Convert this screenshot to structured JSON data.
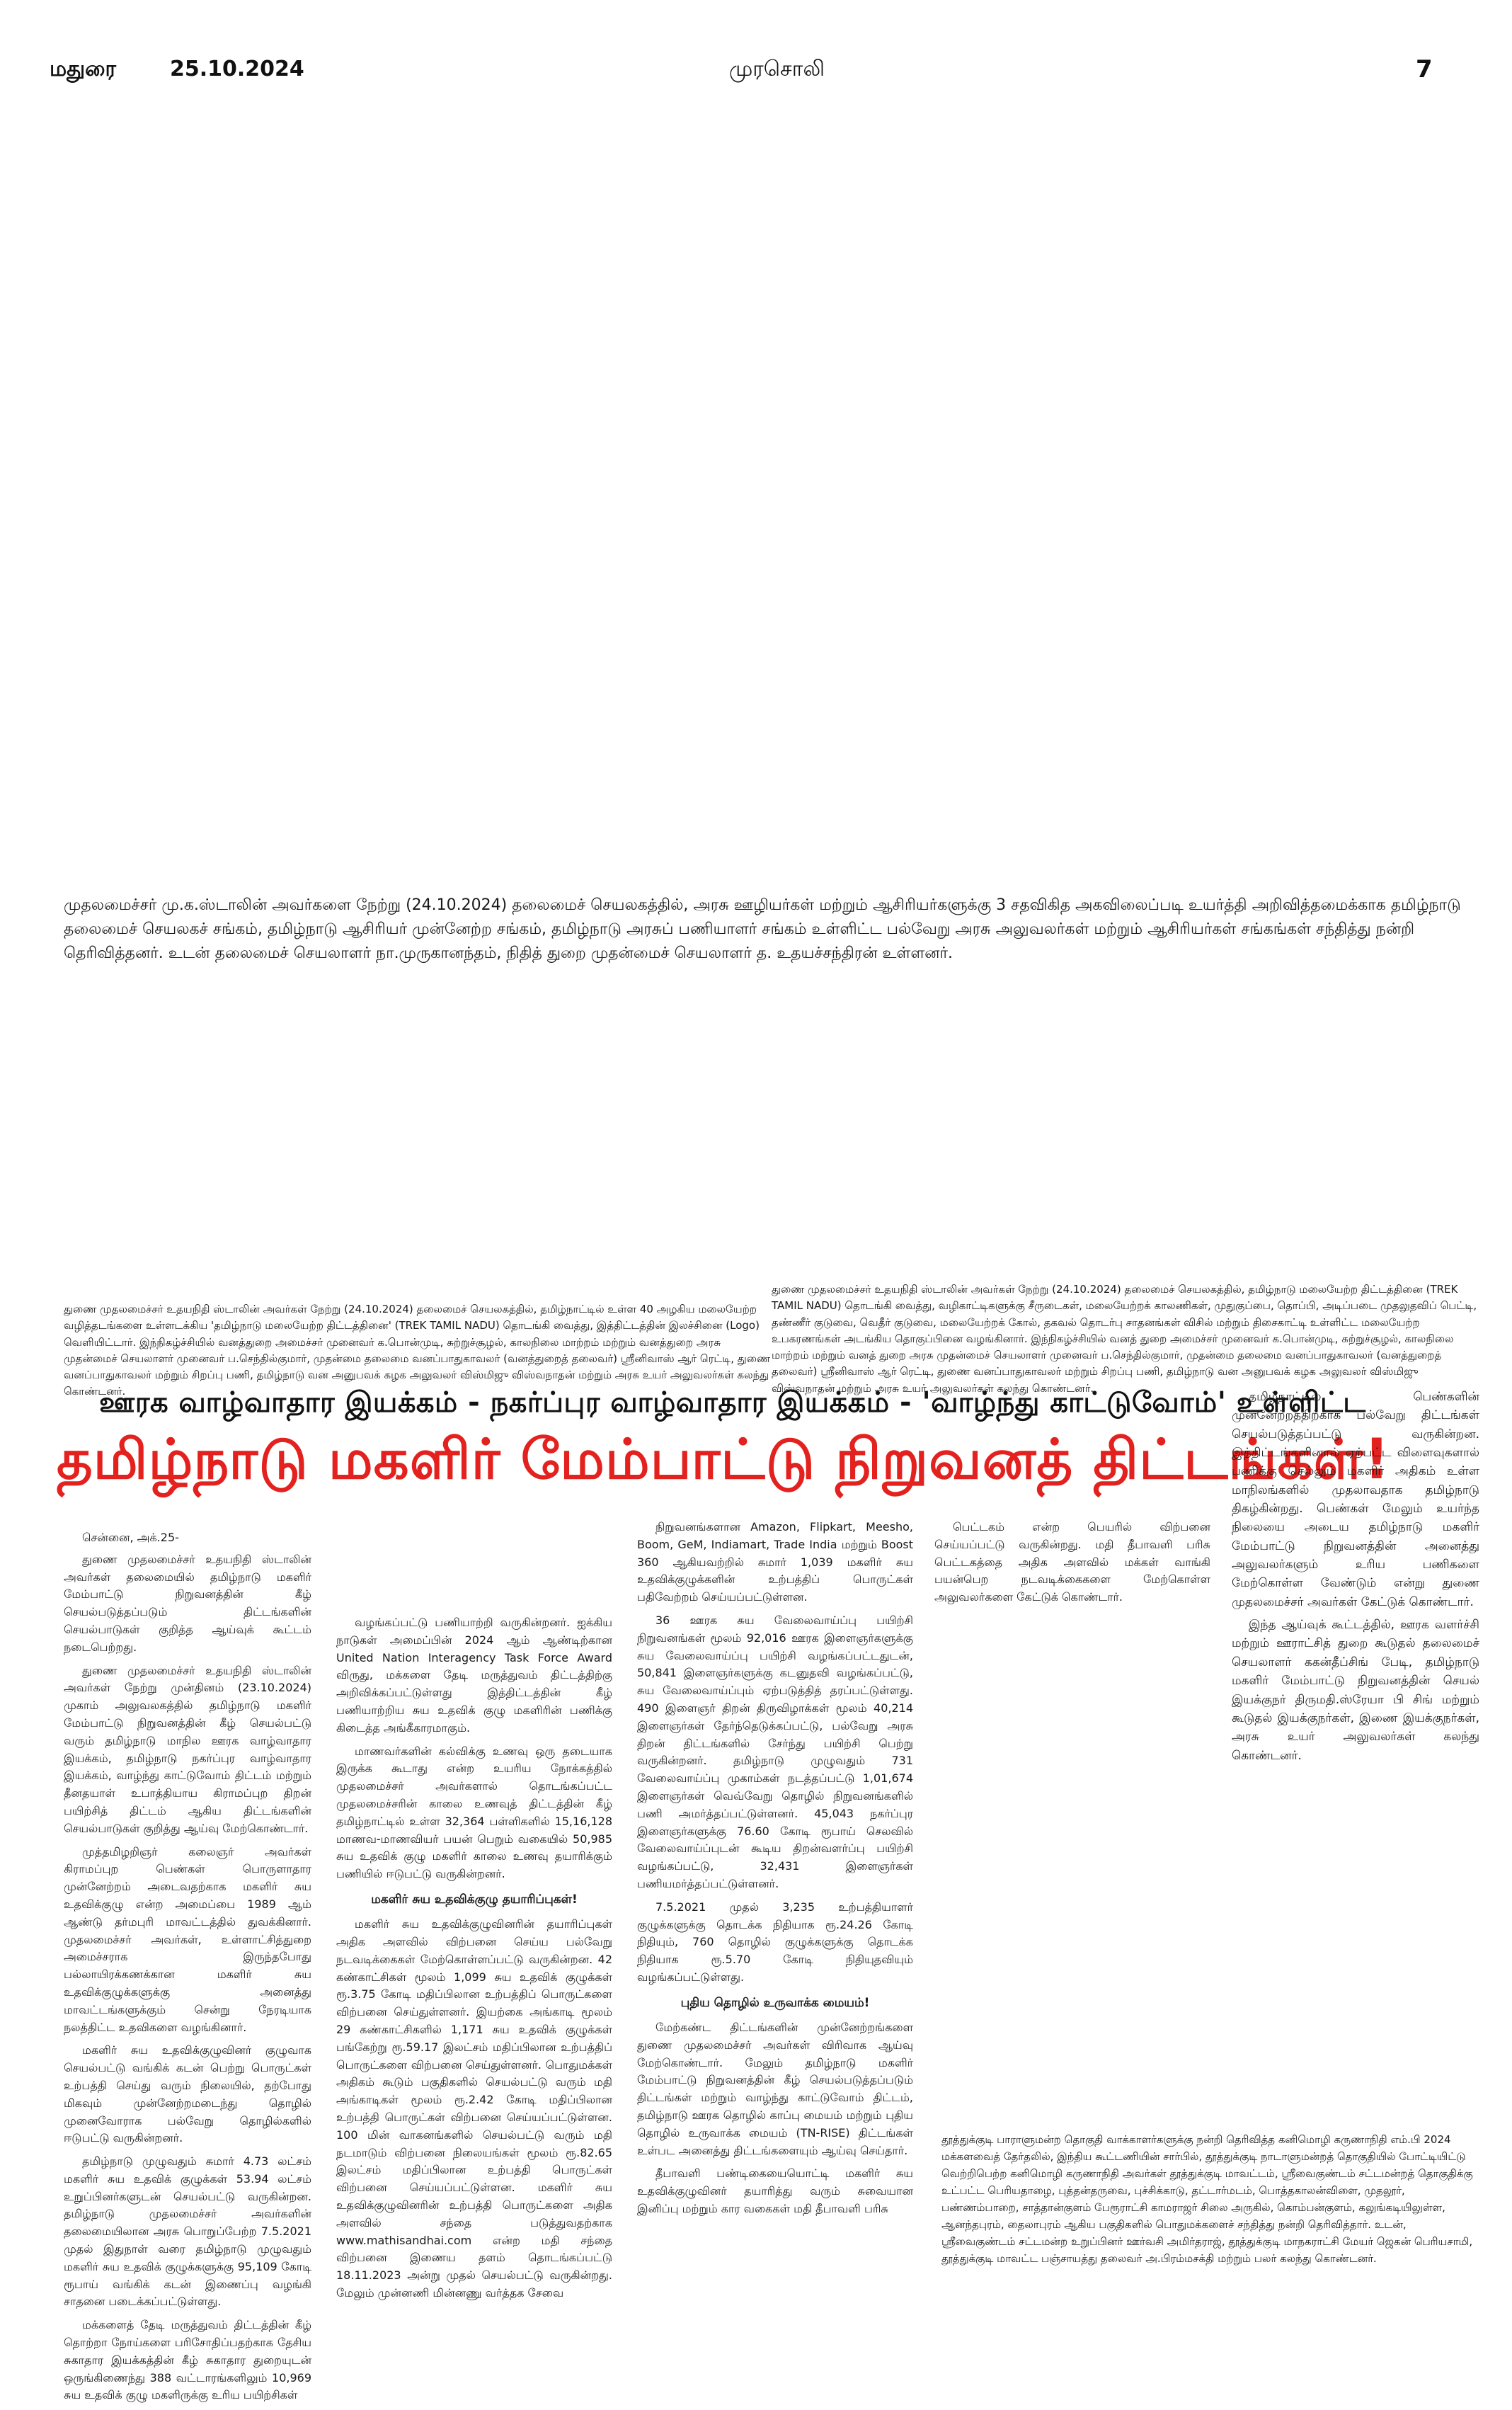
{
  "header": {
    "city": "மதுரை",
    "date": "25.10.2024",
    "paper": "முரசொலி",
    "page_number": "7"
  },
  "top_caption": "முதலமைச்சர் மு.க.ஸ்டாலின் அவர்களை நேற்று (24.10.2024) தலைமைச் செயலகத்தில், அரசு ஊழியர்கள் மற்றும் ஆசிரியர்களுக்கு 3 சதவிகித அகவிலைப்படி உயர்த்தி அறிவித்தமைக்காக தமிழ்நாடு தலைமைச் செயலகச் சங்கம், தமிழ்நாடு ஆசிரியர் முன்னேற்ற சங்கம், தமிழ்நாடு அரசுப் பணியாளர் சங்கம் உள்ளிட்ட பல்வேறு அரசு அலுவலர்கள் மற்றும் ஆசிரியர்கள் சங்கங்கள் சந்தித்து நன்றி தெரிவித்தனர். உடன் தலைமைச் செயலாளர் நா.முருகானந்தம், நிதித் துறை முதன்மைச் செயலாளர் த. உதயச்சந்திரன் உள்ளனர்.",
  "caption_left": "துணை முதலமைச்சர் உதயநிதி ஸ்டாலின் அவர்கள் நேற்று (24.10.2024) தலைமைச் செயலகத்தில், தமிழ்நாட்டில் உள்ள 40 அழகிய மலையேற்ற வழித்தடங்களை உள்ளடக்கிய 'தமிழ்நாடு மலையேற்ற திட்டத்தினை' (TREK TAMIL NADU) தொடங்கி வைத்து, இத்திட்டத்தின் இலச்சினை (Logo) வெளியிட்டார். இந்நிகழ்ச்சியில் வனத்துறை அமைச்சர் முனைவர் க.பொன்முடி, சுற்றுச்சூழல், காலநிலை மாற்றம் மற்றும் வனத்துறை அரசு முதன்மைச் செயலாளர் முனைவர் ப.செந்தில்குமார், முதன்மை தலைமை வனப்பாதுகாவலர் (வனத்துறைத் தலைவர்) ஸ்ரீனிவாஸ் ஆர் ரெட்டி, துணை வனப்பாதுகாவலர் மற்றும் சிறப்பு பணி, தமிழ்நாடு வன அனுபவக் கழக அலுவலர் விஸ்மிஜு விஸ்வநாதன் மற்றும் அரசு உயர் அலுவலர்கள் கலந்து கொண்டனர்.",
  "caption_right": "துணை முதலமைச்சர் உதயநிதி ஸ்டாலின் அவர்கள் நேற்று (24.10.2024) தலைமைச் செயலகத்தில், தமிழ்நாடு மலையேற்ற திட்டத்தினை (TREK TAMIL NADU) தொடங்கி வைத்து, வழிகாட்டிகளுக்கு சீருடைகள், மலையேற்றக் காலணிகள், முதுகுப்பை, தொப்பி, அடிப்படை முதலுதவிப் பெட்டி, தண்ணீர் குடுவை, வெதீர் குடுவை, மலையேற்றக் கோல், தகவல் தொடர்பு சாதனங்கள் விசில் மற்றும் திசைகாட்டி உள்ளிட்ட மலையேற்ற உபகரணங்கள் அடங்கிய தொகுப்பினை வழங்கினார். இந்நிகழ்ச்சியில் வனத் துறை அமைச்சர் முனைவர் க.பொன்முடி, சுற்றுச்சூழல், காலநிலை மாற்றம் மற்றும் வனத் துறை அரசு முதன்மைச் செயலாளர் முனைவர் ப.செந்தில்குமார், முதன்மை தலைமை வனப்பாதுகாவலர் (வனத்துறைத் தலைவர்) ஸ்ரீனிவாஸ் ஆர் ரெட்டி, துணை வனப்பாதுகாவலர் மற்றும் சிறப்பு பணி, தமிழ்நாடு வன அனுபவக் கழக அலுவலர் விஸ்மிஜு விஸ்வநாதன் மற்றும் அரசு உயர் அலுவலர்கள் கலந்து கொண்டனர்.",
  "article": {
    "kicker": "ஊரக வாழ்வாதார இயக்கம் - நகர்ப்புர வாழ்வாதார இயக்கம் - 'வாழ்ந்து காட்டுவோம்' உள்ளிட்ட",
    "headline": "தமிழ்நாடு மகளிர் மேம்பாட்டு நிறுவனத் திட்டங்கள்!",
    "col1": [
      "சென்னை, அக்.25-",
      "துணை முதலமைச்சர் உதயநிதி ஸ்டாலின் அவர்கள் தலைமையில் தமிழ்நாடு மகளிர் மேம்பாட்டு நிறுவனத்தின் கீழ் செயல்படுத்தப்படும் திட்டங்களின் செயல்பாடுகள் குறித்த ஆய்வுக் கூட்டம் நடைபெற்றது.",
      "துணை முதலமைச்சர் உதயநிதி ஸ்டாலின் அவர்கள் நேற்று முன்தினம் (23.10.2024) முகாம் அலுவலகத்தில் தமிழ்நாடு மகளிர் மேம்பாட்டு நிறுவனத்தின் கீழ் செயல்பட்டு வரும் தமிழ்நாடு மாநில ஊரக வாழ்வாதார இயக்கம், தமிழ்நாடு நகர்ப்புர வாழ்வாதார இயக்கம், வாழ்ந்து காட்டுவோம் திட்டம் மற்றும் தீனதயாள் உபாத்தியாய கிராமப்புற திறன் பயிற்சித் திட்டம் ஆகிய திட்டங்களின் செயல்பாடுகள் குறித்து ஆய்வு மேற்கொண்டார்.",
      "முத்தமிழறிஞர் கலைஞர் அவர்கள் கிராமப்புற பெண்கள் பொருளாதார முன்னேற்றம் அடைவதற்காக மகளிர் சுய உதவிக்குழு என்ற அமைப்பை 1989 ஆம் ஆண்டு தர்மபுரி மாவட்டத்தில் துவக்கினார். முதலமைச்சர் அவர்கள், உள்ளாட்சித்துறை அமைச்சராக இருந்தபோது பல்லாயிரக்கணக்கான மகளிர் சுய உதவிக்குழுக்களுக்கு அனைத்து மாவட்டங்களுக்கும் சென்று நேரடியாக நலத்திட்ட உதவிகளை வழங்கினார்.",
      "மகளிர் சுய உதவிக்குழுவினர் குழுவாக செயல்பட்டு வங்கிக் கடன் பெற்று பொருட்கள் உற்பத்தி செய்து வரும் நிலையில், தற்போது மிகவும் முன்னேற்றமடைந்து தொழில் முனைவோராக பல்வேறு தொழில்களில் ஈடுபட்டு வருகின்றனர்.",
      "தமிழ்நாடு முழுவதும் சுமார் 4.73 லட்சம் மகளிர் சுய உதவிக் குழுக்கள் 53.94 லட்சம் உறுப்பினர்களுடன் செயல்பட்டு வருகின்றன. தமிழ்நாடு முதலமைச்சர் அவர்களின் தலைமையிலான அரசு பொறுப்பேற்ற 7.5.2021 முதல் இதுநாள் வரை தமிழ்நாடு முழுவதும் மகளிர் சுய உதவிக் குழுக்களுக்கு 95,109 கோடி ரூபாய் வங்கிக் கடன் இணைப்பு வழங்கி சாதனை படைக்கப்பட்டுள்ளது.",
      "மக்களைத் தேடி மருத்துவம் திட்டத்தின் கீழ் தொற்றா நோய்களை பரிசோதிப்பதற்காக தேசிய சுகாதார இயக்கத்தின் கீழ் சுகாதார துறையுடன் ஒருங்கிணைந்து 388 வட்டாரங்களிலும் 10,969 சுய உதவிக் குழு மகளிருக்கு உரிய பயிற்சிகள்"
    ],
    "col2": [
      "வழங்கப்பட்டு பணியாற்றி வருகின்றனர். ஐக்கிய நாடுகள் அமைப்பின் 2024 ஆம் ஆண்டிற்கான United Nation Interagency Task Force Award விருது, மக்களை தேடி மருத்துவம் திட்டத்திற்கு அறிவிக்கப்பட்டுள்ளது இத்திட்டத்தின் கீழ் பணியாற்றிய சுய உதவிக் குழு மகளிரின் பணிக்கு கிடைத்த அங்கீகாரமாகும்.",
      "மாணவர்களின் கல்விக்கு உணவு ஒரு தடையாக இருக்க கூடாது என்ற உயரிய நோக்கத்தில் முதலமைச்சர் அவர்களால் தொடங்கப்பட்ட முதலமைச்சரின் காலை உணவுத் திட்டத்தின் கீழ் தமிழ்நாட்டில் உள்ள 32,364 பள்ளிகளில் 15,16,128 மாணவ-மாணவியர் பயன் பெறும் வகையில் 50,985 சுய உதவிக் குழு மகளிர் காலை உணவு தயாரிக்கும் பணியில் ஈடுபட்டு வருகின்றனர்.",
      "மகளிர் சுய உதவிக்குழு தயாரிப்புகள்!",
      "மகளிர் சுய உதவிக்குழுவினரின் தயாரிப்புகள் அதிக அளவில் விற்பனை செய்ய பல்வேறு நடவடிக்கைகள் மேற்கொள்ளப்பட்டு வருகின்றன. 42 கண்காட்சிகள் மூலம் 1,099 சுய உதவிக் குழுக்கள் ரூ.3.75 கோடி மதிப்பிலான உற்பத்திப் பொருட்களை விற்பனை செய்துள்ளனர். இயற்கை அங்காடி மூலம் 29 கண்காட்சிகளில் 1,171 சுய உதவிக் குழுக்கள் பங்கேற்று ரூ.59.17 இலட்சம் மதிப்பிலான உற்பத்திப் பொருட்களை விற்பனை செய்துள்ளனர். பொதுமக்கள் அதிகம் கூடும் பகுதிகளில் செயல்பட்டு வரும் மதி அங்காடிகள் மூலம் ரூ.2.42 கோடி மதிப்பிலான உற்பத்தி பொருட்கள் விற்பனை செய்யப்பட்டுள்ளன. 100 மின் வாகனங்களில் செயல்பட்டு வரும் மதி நடமாடும் விற்பனை நிலையங்கள் மூலம் ரூ.82.65 இலட்சம் மதிப்பிலான உற்பத்தி பொருட்கள் விற்பனை செய்யப்பட்டுள்ளன. மகளிர் சுய உதவிக்குழுவினரின் உற்பத்தி பொருட்களை அதிக அளவில் சந்தை படுத்துவதற்காக www.mathisandhai.com என்ற மதி சந்தை விற்பனை இணைய தளம் தொடங்கப்பட்டு 18.11.2023 அன்று முதல் செயல்பட்டு வருகின்றது. மேலும் முன்னணி மின்னணு வர்த்தக சேவை"
    ],
    "col3": [
      "நிறுவனங்களான Amazon, Flipkart, Meesho, Boom, GeM, Indiamart, Trade India மற்றும் Boost 360 ஆகியவற்றில் சுமார் 1,039 மகளிர் சுய உதவிக்குழுக்களின் உற்பத்திப் பொருட்கள் பதிவேற்றம் செய்யப்பட்டுள்ளன.",
      "36 ஊரக சுய வேலைவாய்ப்பு பயிற்சி நிறுவனங்கள் மூலம் 92,016 ஊரக இளைஞர்களுக்கு சுய வேலைவாய்ப்பு பயிற்சி வழங்கப்பட்டதுடன், 50,841 இளைஞர்களுக்கு கடனுதவி வழங்கப்பட்டு, சுய வேலைவாய்ப்பும் ஏற்படுத்தித் தரப்பட்டுள்ளது. 490 இளைஞர் திறன் திருவிழாக்கள் மூலம் 40,214 இளைஞர்கள் தேர்ந்தெடுக்கப்பட்டு, பல்வேறு அரசு திறன் திட்டங்களில் சேர்ந்து பயிற்சி பெற்று வருகின்றனர். தமிழ்நாடு முழுவதும் 731 வேலைவாய்ப்பு முகாம்கள் நடத்தப்பட்டு 1,01,674 இளைஞர்கள் வெவ்வேறு தொழில் நிறுவனங்களில் பணி அமர்த்தப்பட்டுள்ளனர். 45,043 நகர்ப்புர இளைஞர்களுக்கு 76.60 கோடி ரூபாய் செலவில் வேலைவாய்ப்புடன் கூடிய திறன்வளர்ப்பு பயிற்சி வழங்கப்பட்டு, 32,431 இளைஞர்கள் பணியமர்த்தப்பட்டுள்ளனர்.",
      "7.5.2021 முதல் 3,235 உற்பத்தியாளர் குழுக்களுக்கு தொடக்க நிதியாக ரூ.24.26 கோடி நிதியும், 760 தொழில் குழுக்களுக்கு தொடக்க நிதியாக ரூ.5.70 கோடி நிதியுதவியும் வழங்கப்பட்டுள்ளது.",
      "புதிய தொழில் உருவாக்க மையம்!",
      "மேற்கண்ட திட்டங்களின் முன்னேற்றங்களை துணை முதலமைச்சர் அவர்கள் விரிவாக ஆய்வு மேற்கொண்டார். மேலும் தமிழ்நாடு மகளிர் மேம்பாட்டு நிறுவனத்தின் கீழ் செயல்படுத்தப்படும் திட்டங்கள் மற்றும் வாழ்ந்து காட்டுவோம் திட்டம், தமிழ்நாடு ஊரக தொழில் காப்பு மையம் மற்றும் புதிய தொழில் உருவாக்க மையம் (TN-RISE) திட்டங்கள் உள்பட அனைத்து திட்டங்களையும் ஆய்வு செய்தார்.",
      "தீபாவளி பண்டிகையையொட்டி மகளிர் சுய உதவிக்குழுவினர் தயாரித்து வரும் சுவையான இனிப்பு மற்றும் கார வகைகள் மதி தீபாவளி பரிசு"
    ],
    "col4": [
      "பெட்டகம் என்ற பெயரில் விற்பனை செய்யப்பட்டு வருகின்றது. மதி தீபாவளி பரிசு பெட்டகத்தை அதிக அளவில் மக்கள் வாங்கி பயன்பெற நடவடிக்கைகளை மேற்கொள்ள அலுவலர்களை கேட்டுக் கொண்டார்."
    ],
    "side": [
      "தமிழ்நாட்டில் பெண்களின் முன்னேற்றத்திற்காக பல்வேறு திட்டங்கள் செயல்படுத்தப்பட்டு வருகின்றன. இத்திட்டங்களினால் ஏற்பட்ட விளைவுகளால் பணிக்கு செல்லும் மகளிர் அதிகம் உள்ள மாநிலங்களில் முதலாவதாக தமிழ்நாடு திகழ்கின்றது. பெண்கள் மேலும் உயர்ந்த நிலையை அடைய தமிழ்நாடு மகளிர் மேம்பாட்டு நிறுவனத்தின் அனைத்து அலுவலர்களும் உரிய பணிகளை மேற்கொள்ள வேண்டும் என்று துணை முதலமைச்சர் அவர்கள் கேட்டுக் கொண்டார்.",
      "இந்த ஆய்வுக் கூட்டத்தில், ஊரக வளர்ச்சி மற்றும் ஊராட்சித் துறை கூடுதல் தலைமைச் செயலாளர் ககன்தீப்சிங் பேடி, தமிழ்நாடு மகளிர் மேம்பாட்டு நிறுவனத்தின் செயல் இயக்குநர் திருமதி.ஸ்ரேயா பி சிங் மற்றும் கூடுதல் இயக்குநர்கள், இணை இயக்குநர்கள், அரசு உயர் அலுவலர்கள் கலந்து கொண்டனர்."
    ],
    "bottom_right_caption": "தூத்துக்குடி பாராளுமன்ற தொகுதி வாக்காளர்களுக்கு நன்றி தெரிவித்த கனிமொழி கருணாநிதி எம்.பி 2024 மக்களவைத் தேர்தலில், இந்திய கூட்டணியின் சார்பில், தூத்துக்குடி நாடாளுமன்றத் தொகுதியில் போட்டியிட்டு வெற்றிபெற்ற கனிமொழி கருணாநிதி அவர்கள் தூத்துக்குடி மாவட்டம், ஸ்ரீவைகுண்டம் சட்டமன்றத் தொகுதிக்கு உட்பட்ட பெரியதாழை, புத்தன்தருவை, புச்சிக்காடு, தட்டார்மடம், பொத்தகாலன்விளை, முதலூர், பண்ணம்பாறை, சாத்தான்குளம் பேரூராட்சி காமராஜர் சிலை அருகில், கொம்பன்குளம், கலுங்கடியிலுள்ள, ஆனந்தபுரம், தைலாபுரம் ஆகிய பகுதிகளில் பொதுமக்களைச் சந்தித்து நன்றி தெரிவித்தார். உடன், ஸ்ரீவைகுண்டம் சட்டமன்ற உறுப்பினர் ஊர்வசி அமிர்தராஜ், தூத்துக்குடி மாநகராட்சி மேயர் ஜெகன் பெரியசாமி, தூத்துக்குடி மாவட்ட பஞ்சாயத்து தலைவர் அ.பிரம்மசக்தி மற்றும் பலர் கலந்து கொண்டனர்."
  }
}
